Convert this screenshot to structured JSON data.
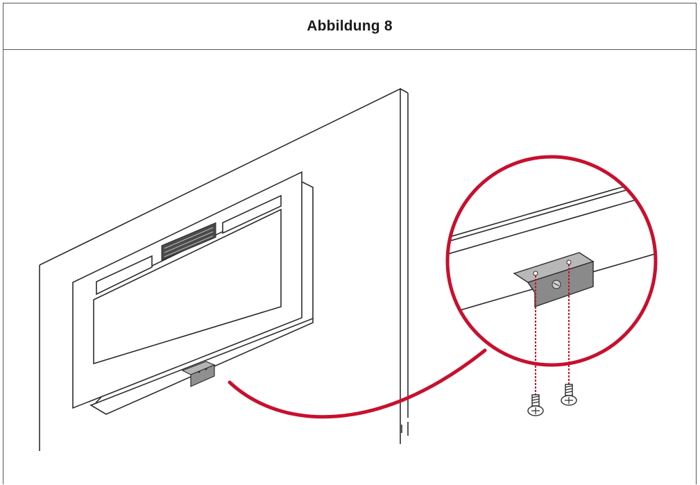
{
  "header": {
    "title": "Abbildung 8"
  },
  "illustration": {
    "line_color": "#2b2b2b",
    "callout_color": "#c8102e",
    "bracket_fill": "#9a9a9a",
    "vent_fill": "#4a4a4a",
    "parts": [
      "wall-panel",
      "fireplace-insert",
      "mounting-bracket",
      "magnifier-callout",
      "screw"
    ]
  }
}
